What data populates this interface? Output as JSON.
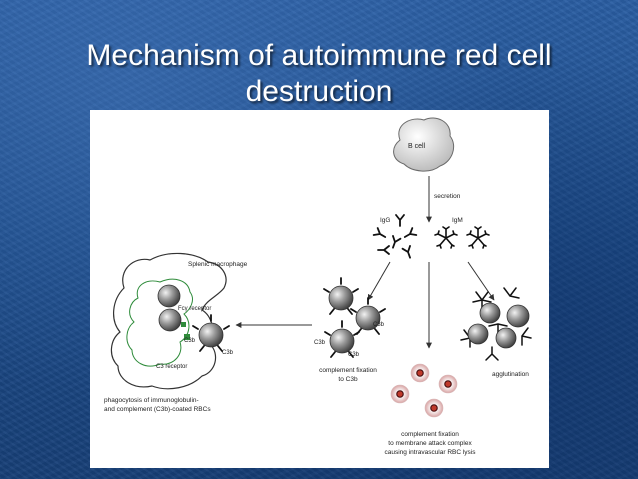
{
  "slide": {
    "title_line1": "Mechanism of autoimmune red cell",
    "title_line2": "destruction"
  },
  "diagram": {
    "b_cell": "B cell",
    "secretion": "secretion",
    "igg": "IgG",
    "igm": "IgM",
    "splenic_macrophage": "Splenic macrophage",
    "fc_receptor": "Fcγ receptor",
    "c3_receptor": "C3 receptor",
    "c3b": "C3b",
    "phagocytosis_line1": "phagocytosis of immunoglobulin-",
    "phagocytosis_line2": "and complement (C3b)-coated RBCs",
    "complement_c3b_line1": "complement fixation",
    "complement_c3b_line2": "to C3b",
    "agglutination": "agglutination",
    "mac_line1": "complement fixation",
    "mac_line2": "to membrane attack complex",
    "mac_line3": "causing intravascular RBC lysis"
  },
  "colors": {
    "slide_background": "#1f4f8f",
    "title_text": "#ffffff",
    "macrophage_receptor": "#2e8b3a",
    "lysed_rbc": "#c0392b"
  }
}
